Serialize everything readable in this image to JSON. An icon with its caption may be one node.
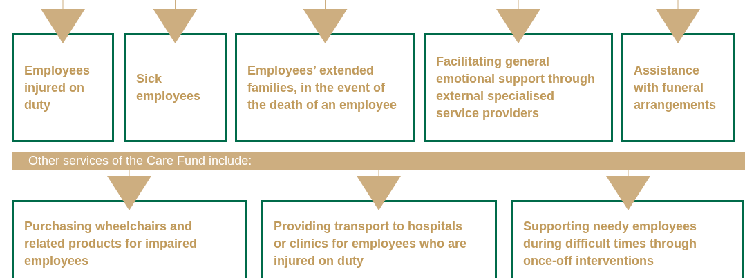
{
  "diagram": {
    "nodes": [
      {
        "text": [
          "Employees injured on duty"
        ]
      },
      {
        "text": [
          "Sick employees"
        ]
      },
      {
        "text": [
          "Employees’ extended families, in the event of the death of an employee"
        ]
      },
      {
        "text": [
          "Facilitating general emotional support through external specialised service providers"
        ]
      },
      {
        "text": [
          "Assistance with funeral arrangements"
        ]
      },
      {
        "text": [
          "Other services of the Care Fund include:"
        ]
      },
      {
        "text": [
          "Purchasing wheelchairs and related products for impaired employees"
        ]
      },
      {
        "text": [
          "Providing transport to hospitals or clinics for employees who are injured on duty"
        ]
      },
      {
        "text": [
          "Supporting needy employees during difficult times through once-off interventions"
        ]
      }
    ],
    "edges": [
      {
        "from": null,
        "to": 0,
        "arrow": "to"
      },
      {
        "from": null,
        "to": 1,
        "arrow": "to"
      },
      {
        "from": null,
        "to": 2,
        "arrow": "to"
      },
      {
        "from": null,
        "to": 3,
        "arrow": "to"
      },
      {
        "from": null,
        "to": 4,
        "arrow": "to"
      },
      {
        "from": 5,
        "to": 6,
        "arrow": "to"
      },
      {
        "from": 5,
        "to": 7,
        "arrow": "to"
      },
      {
        "from": 5,
        "to": 8,
        "arrow": "to"
      }
    ]
  }
}
